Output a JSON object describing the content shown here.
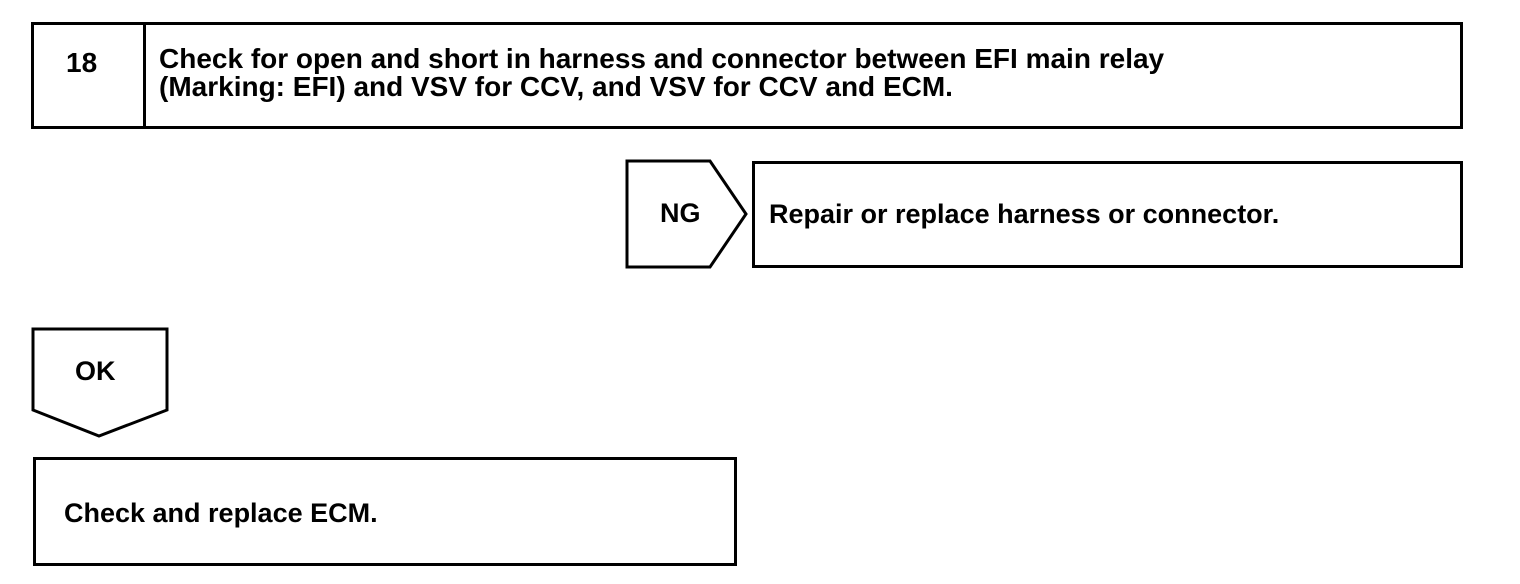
{
  "step": {
    "number": "18",
    "title_line1": "Check for open and short in harness and connector between EFI main relay",
    "title_line2": "(Marking: EFI) and VSV for CCV, and VSV for CCV and ECM."
  },
  "ng_branch": {
    "label": "NG",
    "result": "Repair or replace harness or connector."
  },
  "ok_branch": {
    "label": "OK",
    "result": "Check and replace ECM."
  }
}
